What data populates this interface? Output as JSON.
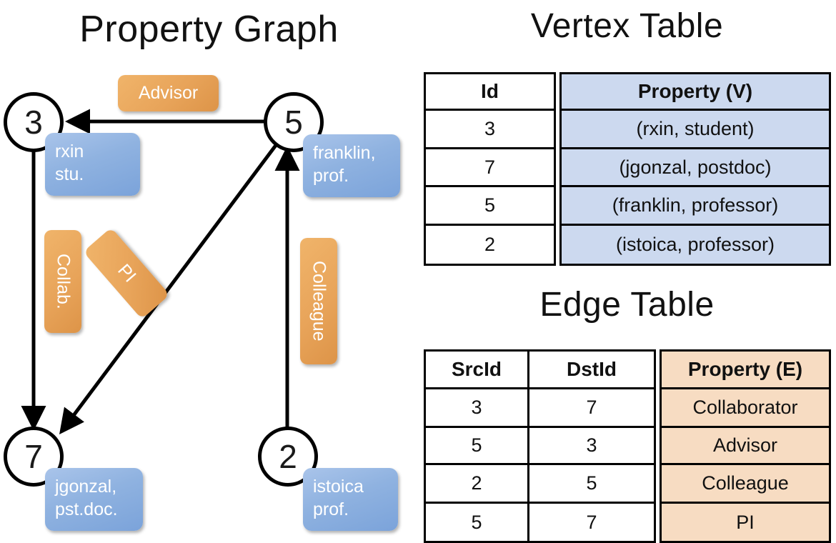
{
  "titles": {
    "property_graph": "Property Graph",
    "vertex_table": "Vertex Table",
    "edge_table": "Edge Table"
  },
  "colors": {
    "vertex_property_fill": "#ccd9ef",
    "edge_property_fill": "#f7dcc2",
    "vertex_box": "#8fb2e0",
    "edge_box": "#e8a45a",
    "stroke": "#000000"
  },
  "graph": {
    "nodes": [
      {
        "id": "3",
        "label": "3",
        "property_lines": [
          "rxin",
          "stu."
        ]
      },
      {
        "id": "5",
        "label": "5",
        "property_lines": [
          "franklin,",
          "prof."
        ]
      },
      {
        "id": "7",
        "label": "7",
        "property_lines": [
          "jgonzal,",
          "pst.doc."
        ]
      },
      {
        "id": "2",
        "label": "2",
        "property_lines": [
          "istoica",
          "prof."
        ]
      }
    ],
    "edge_labels": [
      {
        "name": "advisor",
        "text": "Advisor"
      },
      {
        "name": "collab",
        "text": "Collab."
      },
      {
        "name": "pi",
        "text": "PI"
      },
      {
        "name": "colleague",
        "text": "Colleague"
      }
    ]
  },
  "vertex_table": {
    "id_header": "Id",
    "property_header": "Property (V)",
    "ids": [
      "3",
      "7",
      "5",
      "2"
    ],
    "properties": [
      "(rxin, student)",
      "(jgonzal, postdoc)",
      "(franklin, professor)",
      "(istoica, professor)"
    ]
  },
  "edge_table": {
    "src_header": "SrcId",
    "dst_header": "DstId",
    "property_header": "Property (E)",
    "src": [
      "3",
      "5",
      "2",
      "5"
    ],
    "dst": [
      "7",
      "3",
      "5",
      "7"
    ],
    "properties": [
      "Collaborator",
      "Advisor",
      "Colleague",
      "PI"
    ]
  }
}
